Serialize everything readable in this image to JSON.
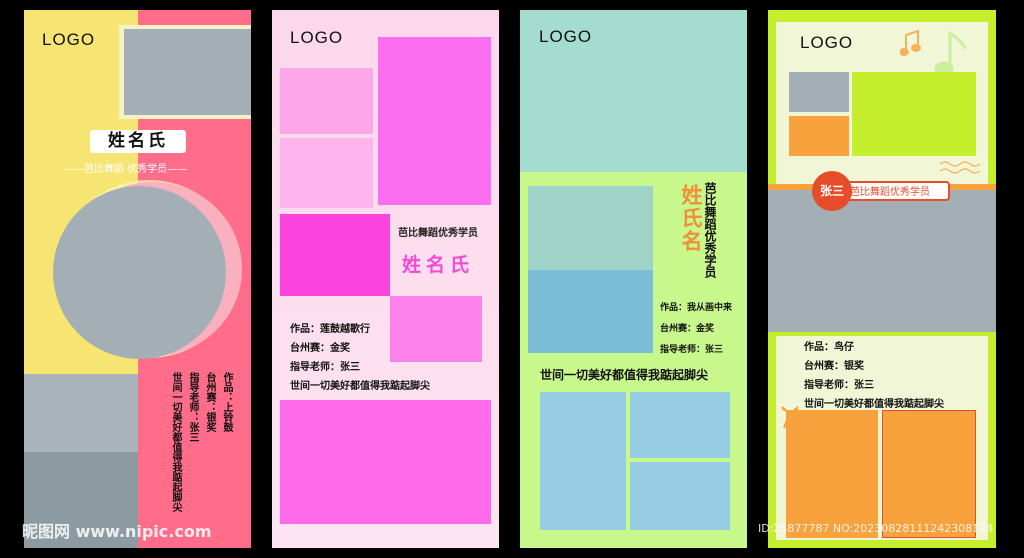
{
  "watermark": {
    "left": "昵图网 www.nipic.com",
    "right": "ID:25877787 NO:20230828111242308124"
  },
  "colors": {
    "gray": "#a4aeb5",
    "pink": "#ff6d8a",
    "yellow": "#f6e572",
    "magenta": "#fc6ef0",
    "mint": "#a5dcd0",
    "lime": "#c8f78c",
    "orange": "#f8a23e",
    "green": "#c5ee2c"
  },
  "panel1": {
    "logo": "LOGO",
    "name": "姓名氏",
    "subtitle_left": "芭比舞蹈",
    "subtitle_right": "优秀学员",
    "info": [
      "作品：上铃鼓",
      "台州赛：银奖",
      "指导老师：张三",
      "世间一切美好都值得我踮起脚尖"
    ]
  },
  "panel2": {
    "logo": "LOGO",
    "title": "芭比舞蹈优秀学员",
    "name": "姓名氏",
    "info": [
      "作品：莲鼓越歌行",
      "台州赛：金奖",
      "指导老师：张三",
      "世间一切美好都值得我踮起脚尖"
    ]
  },
  "panel3": {
    "logo": "LOGO",
    "name": "姓氏名",
    "title": "芭比舞蹈优秀学员",
    "info": [
      "作品：我从画中来",
      "台州赛：金奖",
      "指导老师：张三"
    ],
    "motto": "世间一切美好都值得我踮起脚尖"
  },
  "panel4": {
    "logo": "LOGO",
    "badge_name": "张三",
    "badge_title": "芭比舞蹈优秀学员",
    "info": [
      "作品：鸟仔",
      "台州赛：银奖",
      "指导老师：张三",
      "世间一切美好都值得我踮起脚尖"
    ]
  }
}
